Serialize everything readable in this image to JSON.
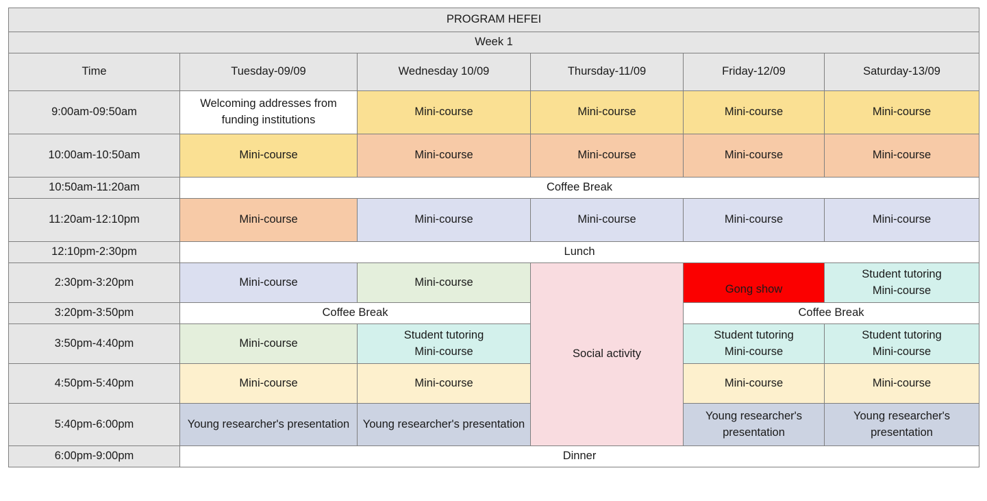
{
  "header": {
    "program_title": "PROGRAM HEFEI",
    "week_label": "Week 1"
  },
  "columns": [
    {
      "key": "time",
      "label": "Time"
    },
    {
      "key": "tue",
      "label": "Tuesday-09/09"
    },
    {
      "key": "wed",
      "label": "Wednesday 10/09"
    },
    {
      "key": "thu",
      "label": "Thursday-11/09"
    },
    {
      "key": "fri",
      "label": "Friday-12/09"
    },
    {
      "key": "sat",
      "label": "Saturday-13/09"
    }
  ],
  "colors": {
    "header_gray": "#e6e6e6",
    "yellow": "#fae093",
    "peach": "#f7caa7",
    "blue": "#dbdff0",
    "green": "#e4efdc",
    "cyan": "#d3f1ec",
    "cream": "#fdf0cd",
    "pink": "#f9dce0",
    "red": "#fb0000",
    "grayblue": "#ccd3e2",
    "white": "#ffffff",
    "border": "#7f7f7f"
  },
  "times": {
    "t1": "9:00am-09:50am",
    "t2": "10:00am-10:50am",
    "t3": "10:50am-11:20am",
    "t4": "11:20am-12:10pm",
    "t5": "12:10pm-2:30pm",
    "t6": "2:30pm-3:20pm",
    "t7": "3:20pm-3:50pm",
    "t8": "3:50pm-4:40pm",
    "t9": "4:50pm-5:40pm",
    "t10": "5:40pm-6:00pm",
    "t11": "6:00pm-9:00pm"
  },
  "labels": {
    "mini_course": "Mini-course",
    "welcoming": "Welcoming addresses from funding institutions",
    "coffee_break": "Coffee Break",
    "lunch": "Lunch",
    "dinner": "Dinner",
    "gong_show": "Gong show",
    "social_activity": "Social activity",
    "student_tutoring": "Student tutoring",
    "young_presentation": "Young researcher's presentation"
  },
  "rows": [
    {
      "time": "9:00am-09:50am",
      "cells": [
        {
          "text": "Welcoming addresses from funding institutions",
          "color": "white"
        },
        {
          "text": "Mini-course",
          "color": "yellow"
        },
        {
          "text": "Mini-course",
          "color": "yellow"
        },
        {
          "text": "Mini-course",
          "color": "yellow"
        },
        {
          "text": "Mini-course",
          "color": "yellow"
        }
      ]
    },
    {
      "time": "10:00am-10:50am",
      "cells": [
        {
          "text": "Mini-course",
          "color": "yellow"
        },
        {
          "text": "Mini-course",
          "color": "peach"
        },
        {
          "text": "Mini-course",
          "color": "peach"
        },
        {
          "text": "Mini-course",
          "color": "peach"
        },
        {
          "text": "Mini-course",
          "color": "peach"
        }
      ]
    },
    {
      "time": "10:50am-11:20am",
      "span_all": {
        "text": "Coffee Break",
        "color": "white"
      }
    },
    {
      "time": "11:20am-12:10pm",
      "cells": [
        {
          "text": "Mini-course",
          "color": "peach"
        },
        {
          "text": "Mini-course",
          "color": "blue"
        },
        {
          "text": "Mini-course",
          "color": "blue"
        },
        {
          "text": "Mini-course",
          "color": "blue"
        },
        {
          "text": "Mini-course",
          "color": "blue"
        }
      ]
    },
    {
      "time": "12:10pm-2:30pm",
      "span_all": {
        "text": "Lunch",
        "color": "white"
      }
    },
    {
      "time": "2:30pm-3:20pm",
      "cells": [
        {
          "text": "Mini-course",
          "color": "blue"
        },
        {
          "text": "Mini-course",
          "color": "green"
        },
        {
          "text": "Social activity",
          "color": "pink",
          "rowspan": 5
        },
        {
          "text": "Gong show",
          "color": "red"
        },
        {
          "text_lines": [
            "Student tutoring",
            "Mini-course"
          ],
          "color": "cyan"
        }
      ]
    },
    {
      "time": "3:20pm-3:50pm",
      "cells": [
        {
          "text": "Coffee Break",
          "color": "white",
          "colspan": 2
        },
        {
          "text": "Coffee Break",
          "color": "white",
          "colspan": 2
        }
      ]
    },
    {
      "time": "3:50pm-4:40pm",
      "cells": [
        {
          "text": "Mini-course",
          "color": "green"
        },
        {
          "text_lines": [
            "Student tutoring",
            "Mini-course"
          ],
          "color": "cyan"
        },
        {
          "text_lines": [
            "Student tutoring",
            "Mini-course"
          ],
          "color": "cyan"
        },
        {
          "text_lines": [
            "Student tutoring",
            "Mini-course"
          ],
          "color": "cyan"
        }
      ]
    },
    {
      "time": "4:50pm-5:40pm",
      "cells": [
        {
          "text": "Mini-course",
          "color": "cream"
        },
        {
          "text": "Mini-course",
          "color": "cream"
        },
        {
          "text": "Mini-course",
          "color": "cream"
        },
        {
          "text": "Mini-course",
          "color": "cream"
        }
      ]
    },
    {
      "time": "5:40pm-6:00pm",
      "cells": [
        {
          "text": "Young researcher's presentation",
          "color": "grayblue"
        },
        {
          "text": "Young researcher's presentation",
          "color": "grayblue"
        },
        {
          "text": "Young researcher's presentation",
          "color": "grayblue"
        },
        {
          "text": "Young researcher's presentation",
          "color": "grayblue"
        }
      ]
    },
    {
      "time": "6:00pm-9:00pm",
      "span_all": {
        "text": "Dinner",
        "color": "white"
      }
    }
  ]
}
